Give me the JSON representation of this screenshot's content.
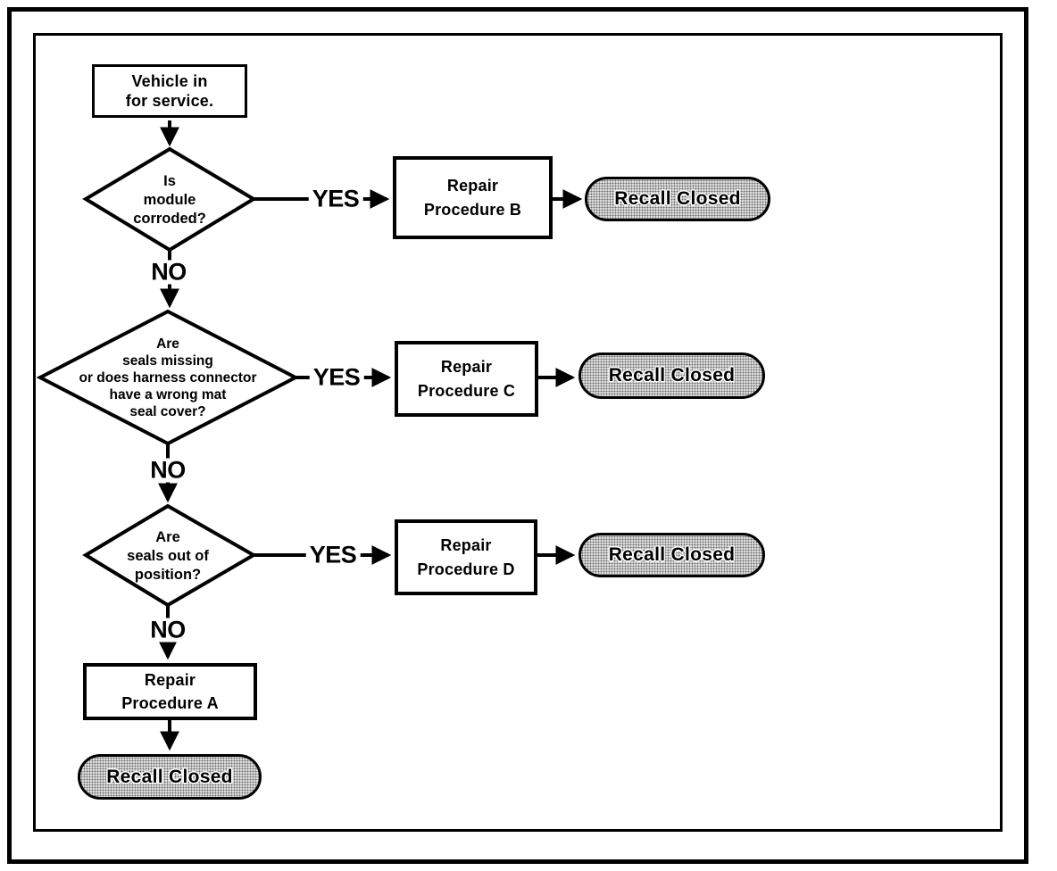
{
  "flowchart": {
    "start": {
      "label": "Vehicle in\nfor service."
    },
    "rows": [
      {
        "decision": "Is\nmodule\ncorroded?",
        "yes": "YES",
        "no": "NO",
        "process": "Repair\nProcedure B",
        "terminal": "Recall Closed"
      },
      {
        "decision": "Are\nseals missing\nor does harness connector\nhave a wrong mat\nseal cover?",
        "yes": "YES",
        "no": "NO",
        "process": "Repair\nProcedure C",
        "terminal": "Recall Closed"
      },
      {
        "decision": "Are\nseals out of\nposition?",
        "yes": "YES",
        "no": "NO",
        "process": "Repair\nProcedure D",
        "terminal": "Recall Closed"
      }
    ],
    "fallback": {
      "process": "Repair\nProcedure A",
      "terminal": "Recall Closed"
    },
    "colors": {
      "line": "#000000",
      "text": "#000000",
      "shape_fill": "#ffffff",
      "terminal_fill": "#e2e2e2",
      "terminal_dot": "#6e6e6e",
      "background": "#ffffff"
    }
  }
}
